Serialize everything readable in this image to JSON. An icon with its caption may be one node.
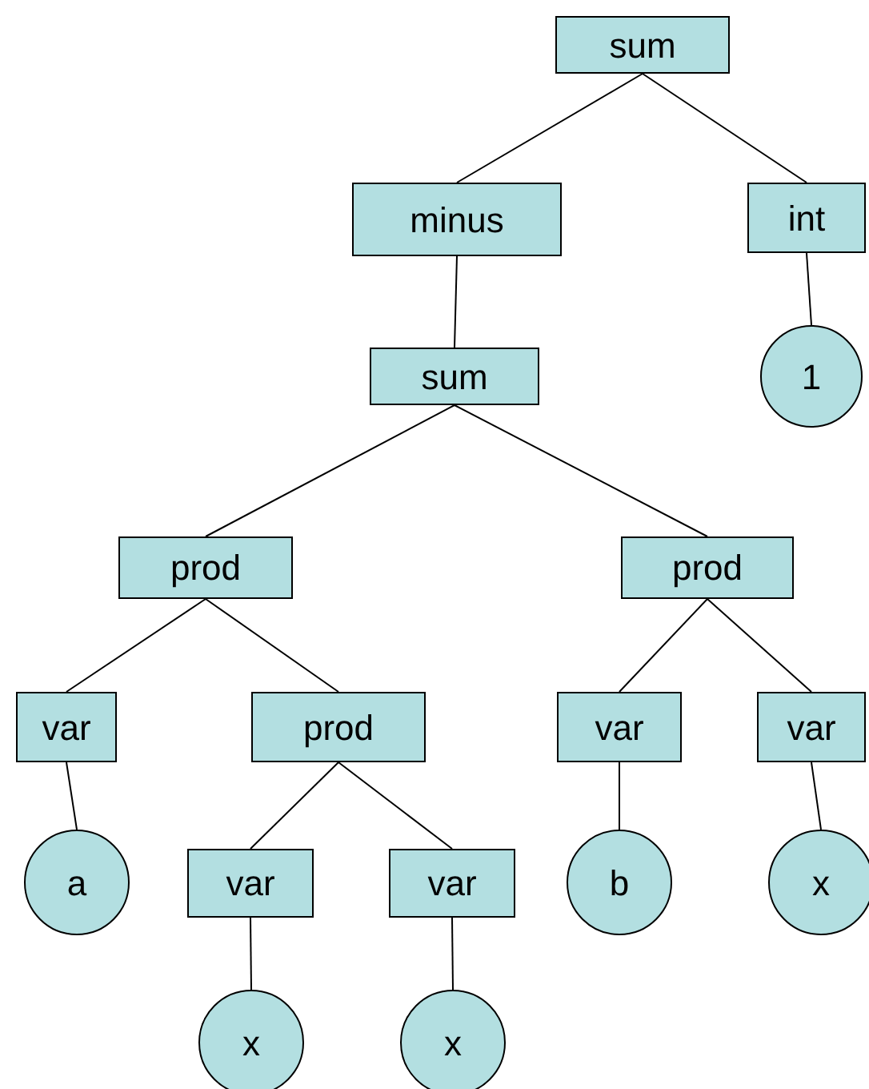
{
  "diagram": {
    "nodes": [
      {
        "text": [
          "sum"
        ]
      },
      {
        "text": [
          "minus"
        ]
      },
      {
        "text": [
          "int"
        ]
      },
      {
        "text": [
          "sum"
        ]
      },
      {
        "text": [
          "1"
        ]
      },
      {
        "text": [
          "prod"
        ]
      },
      {
        "text": [
          "prod"
        ]
      },
      {
        "text": [
          "var"
        ]
      },
      {
        "text": [
          "prod"
        ]
      },
      {
        "text": [
          "var"
        ]
      },
      {
        "text": [
          "var"
        ]
      },
      {
        "text": [
          "a"
        ]
      },
      {
        "text": [
          "var"
        ]
      },
      {
        "text": [
          "var"
        ]
      },
      {
        "text": [
          "b"
        ]
      },
      {
        "text": [
          "x"
        ]
      },
      {
        "text": [
          "x"
        ]
      },
      {
        "text": [
          "x"
        ]
      }
    ],
    "edges": [
      {
        "from": 0,
        "to": 1,
        "arrow": "none"
      },
      {
        "from": 0,
        "to": 2,
        "arrow": "none"
      },
      {
        "from": 1,
        "to": 3,
        "arrow": "none"
      },
      {
        "from": 2,
        "to": 4,
        "arrow": "none"
      },
      {
        "from": 3,
        "to": 5,
        "arrow": "none"
      },
      {
        "from": 3,
        "to": 6,
        "arrow": "none"
      },
      {
        "from": 5,
        "to": 7,
        "arrow": "none"
      },
      {
        "from": 5,
        "to": 8,
        "arrow": "none"
      },
      {
        "from": 6,
        "to": 9,
        "arrow": "none"
      },
      {
        "from": 6,
        "to": 10,
        "arrow": "none"
      },
      {
        "from": 7,
        "to": 11,
        "arrow": "none"
      },
      {
        "from": 8,
        "to": 12,
        "arrow": "none"
      },
      {
        "from": 8,
        "to": 13,
        "arrow": "none"
      },
      {
        "from": 9,
        "to": 14,
        "arrow": "none"
      },
      {
        "from": 10,
        "to": 15,
        "arrow": "none"
      },
      {
        "from": 12,
        "to": 16,
        "arrow": "none"
      },
      {
        "from": 13,
        "to": 17,
        "arrow": "none"
      }
    ]
  }
}
